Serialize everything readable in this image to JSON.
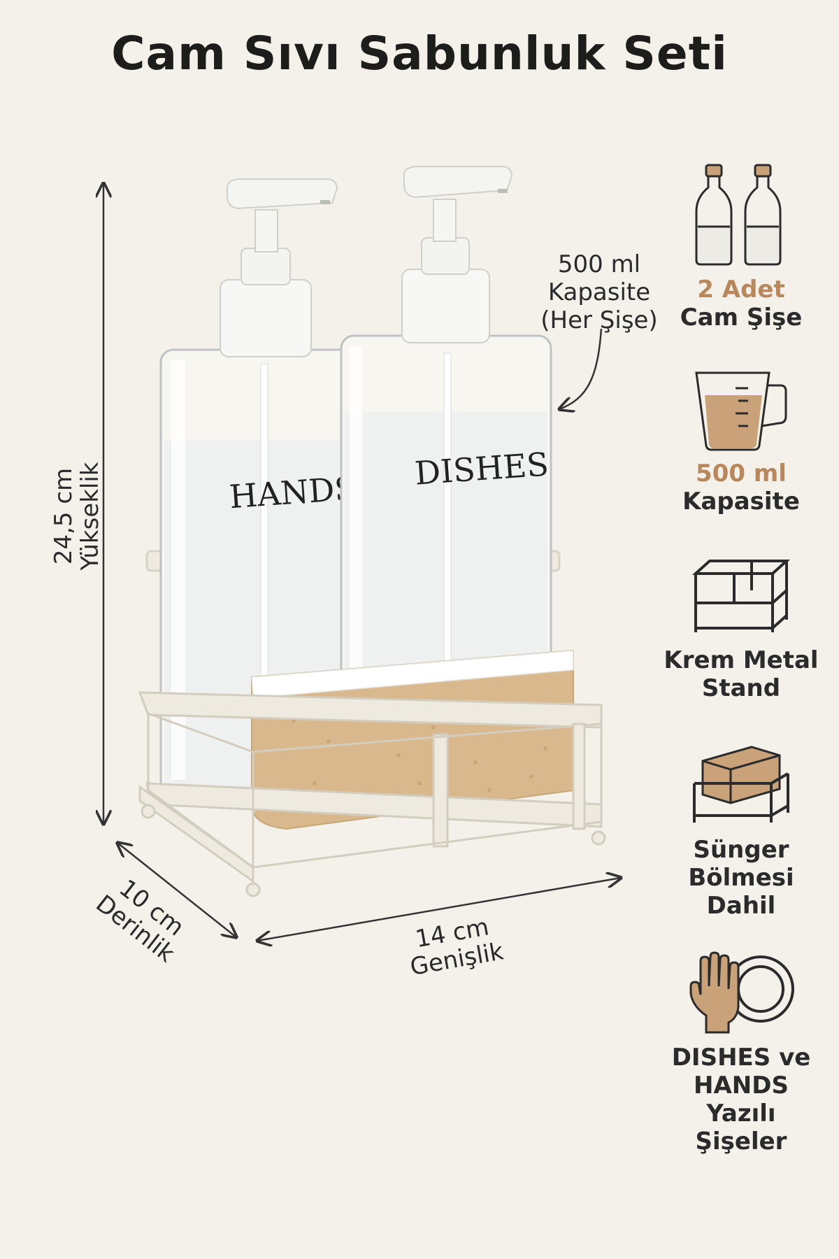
{
  "title": "Cam Sıvı Sabunluk Seti",
  "product": {
    "bottle_left_label": "HANDS",
    "bottle_right_label": "DISHES"
  },
  "dimensions": {
    "height_value": "24,5 cm",
    "height_label": "Yükseklik",
    "depth_value": "10 cm",
    "depth_label": "Derinlik",
    "width_value": "14 cm",
    "width_label": "Genişlik"
  },
  "capacity_note": {
    "line1": "500 ml",
    "line2": "Kapasite",
    "line3": "(Her Şişe)"
  },
  "features": [
    {
      "icon": "glass-bottles-icon",
      "line1": "2 Adet",
      "line2": "Cam Şişe"
    },
    {
      "icon": "measuring-cup-icon",
      "line1": "500 ml",
      "line2": "Kapasite"
    },
    {
      "icon": "metal-stand-icon",
      "line1": "Krem Metal",
      "line2": "Stand"
    },
    {
      "icon": "sponge-compartment-icon",
      "line1": "Sünger",
      "line2": "Bölmesi",
      "line3": "Dahil"
    },
    {
      "icon": "hand-and-plate-icon",
      "line1": "DISHES ve",
      "line2": "HANDS",
      "line3": "Yazılı Şişeler"
    }
  ],
  "colors": {
    "background": "#f4f1ea",
    "accent": "#b8875c",
    "stand": "#efeadf",
    "sponge": "#d8b88c"
  }
}
